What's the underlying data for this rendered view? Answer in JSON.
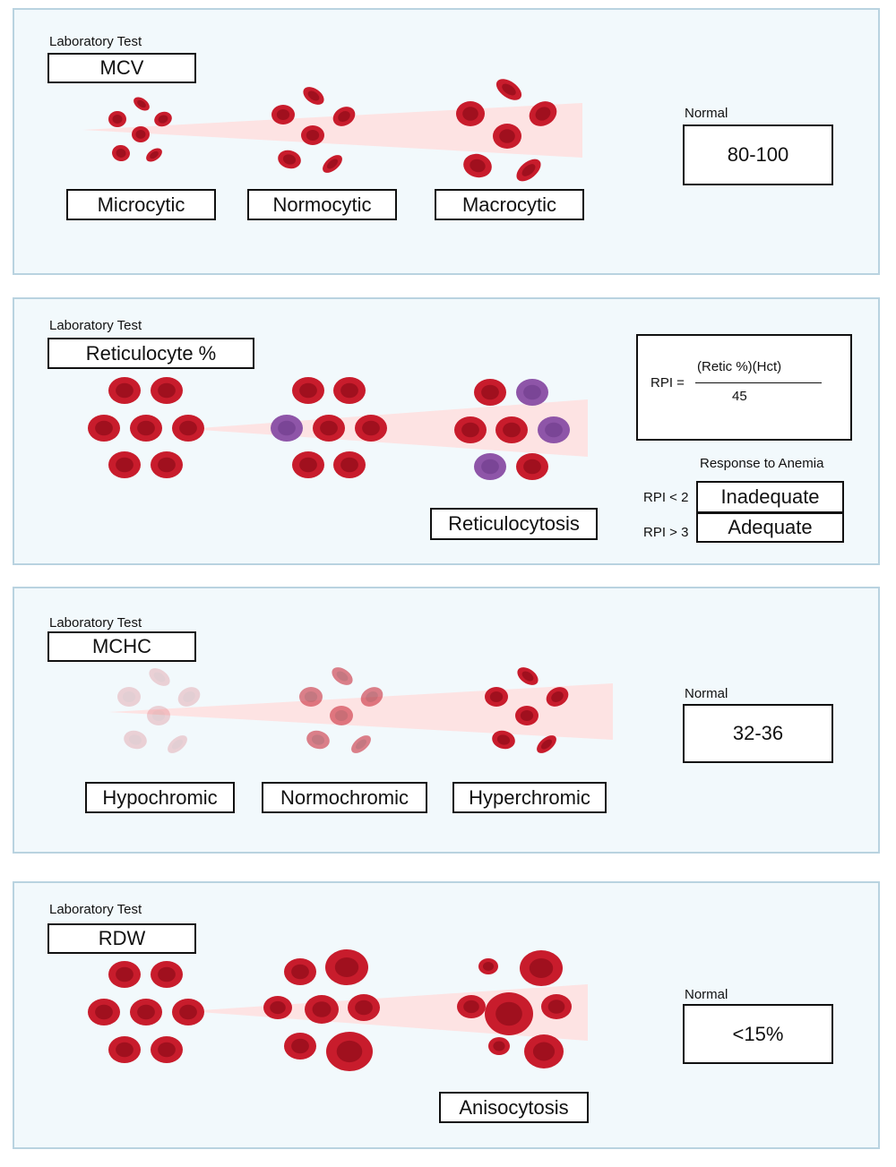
{
  "common": {
    "lab_test_label": "Laboratory Test",
    "normal_label": "Normal"
  },
  "colors": {
    "rbc": "#c81c2c",
    "rbc_center": "#a0101e",
    "reticulocyte": "#8e55a8",
    "reticulocyte_center": "#7a4596",
    "panel_bg": "#f2f9fc",
    "panel_border": "#b9d3e0",
    "wedge": "#fde3e3"
  },
  "mcv": {
    "test": "MCV",
    "labels": [
      "Microcytic",
      "Normocytic",
      "Macrocytic"
    ],
    "normal_value": "80-100"
  },
  "retic": {
    "test": "Reticulocyte %",
    "label": "Reticulocytosis",
    "formula": {
      "lhs": "RPI =",
      "numerator": "(Retic %)(Hct)",
      "denominator": "45"
    },
    "response_title": "Response to Anemia",
    "responses": [
      {
        "condition": "RPI < 2",
        "result": "Inadequate"
      },
      {
        "condition": "RPI > 3",
        "result": "Adequate"
      }
    ]
  },
  "mchc": {
    "test": "MCHC",
    "labels": [
      "Hypochromic",
      "Normochromic",
      "Hyperchromic"
    ],
    "normal_value": "32-36"
  },
  "rdw": {
    "test": "RDW",
    "label": "Anisocytosis",
    "normal_value": "<15%"
  }
}
